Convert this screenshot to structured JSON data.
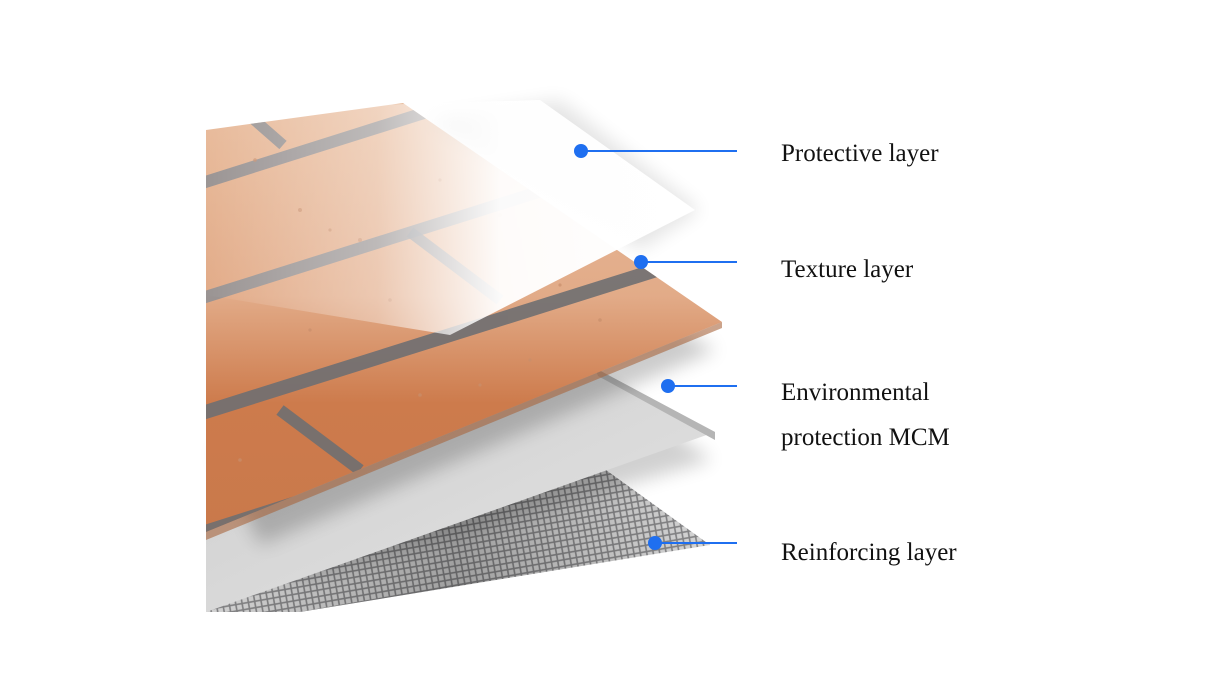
{
  "layers": [
    {
      "id": "protective",
      "lines": [
        "Protective layer"
      ]
    },
    {
      "id": "texture",
      "lines": [
        "Texture layer"
      ]
    },
    {
      "id": "mcm",
      "lines": [
        "Environmental",
        "protection MCM"
      ]
    },
    {
      "id": "reinforcing",
      "lines": [
        "Reinforcing layer"
      ]
    }
  ],
  "colors": {
    "callout": "#1f6ff0",
    "brick_light": "#e3b08d",
    "brick_dark": "#cf7f4f",
    "mortar": "#8f9196",
    "mcm_board": "#c9c9c9",
    "mesh": "#a9a9ab",
    "protective_film": "#ffffff"
  }
}
